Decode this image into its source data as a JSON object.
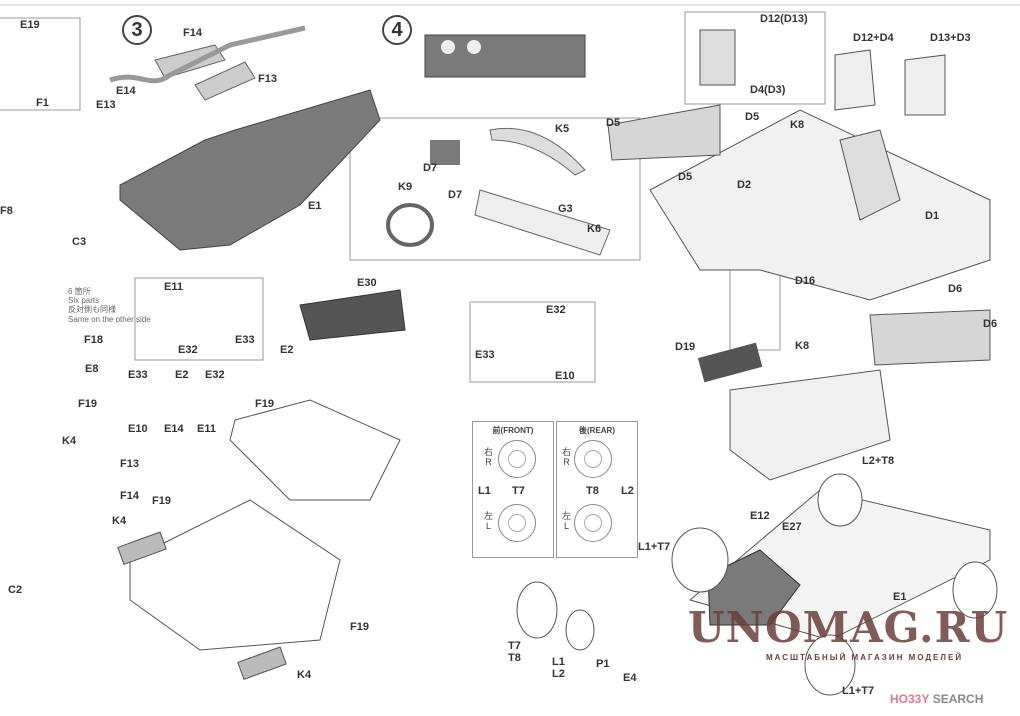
{
  "steps": [
    "3",
    "4"
  ],
  "labels": [
    "E19",
    "F1",
    "F8",
    "C3",
    "F18",
    "E8",
    "F14",
    "F13",
    "E14",
    "E13",
    "E1",
    "E11",
    "E32",
    "E33",
    "E30",
    "E2",
    "E33",
    "E2",
    "E32",
    "F19",
    "F19",
    "E10",
    "E14",
    "E11",
    "K4",
    "F13",
    "F14",
    "K4",
    "F19",
    "C2",
    "F19",
    "K4",
    "E32",
    "E33",
    "E10",
    "K5",
    "G3",
    "K6",
    "K9",
    "D7",
    "D7",
    "D5",
    "D5",
    "D5",
    "K8",
    "D2",
    "D1",
    "D16",
    "D6",
    "D6",
    "K8",
    "D12(D13)",
    "D12+D4",
    "D13+D3",
    "D4(D3)",
    "D19",
    "L2+T8",
    "E12",
    "E27",
    "L1+T7",
    "E1",
    "L1+T7",
    "T7",
    "T8",
    "L1",
    "L2",
    "P1",
    "E4"
  ],
  "note": {
    "jp1": "6 箇所",
    "en1": "Six parts",
    "jp2": "反対側も同様",
    "en2": "Same on the other side"
  },
  "tires": {
    "front": "前(FRONT)",
    "rear": "後(REAR)",
    "right_jp": "右",
    "right": "R",
    "left_jp": "左",
    "left": "L",
    "front_wheel": "L1",
    "front_tire": "T7",
    "rear_tire": "T8",
    "rear_wheel": "L2"
  },
  "watermark": {
    "main": "UNOMAG.RU",
    "sub": "МАСШТАБНЫЙ МАГАЗИН МОДЕЛЕЙ",
    "logo_a": "HO33Y",
    "logo_b": " SEARCH"
  },
  "colors": {
    "part_gray": "#7a7a7a",
    "light_gray": "#d6d6d6",
    "watermark": "#6b3f3a"
  }
}
